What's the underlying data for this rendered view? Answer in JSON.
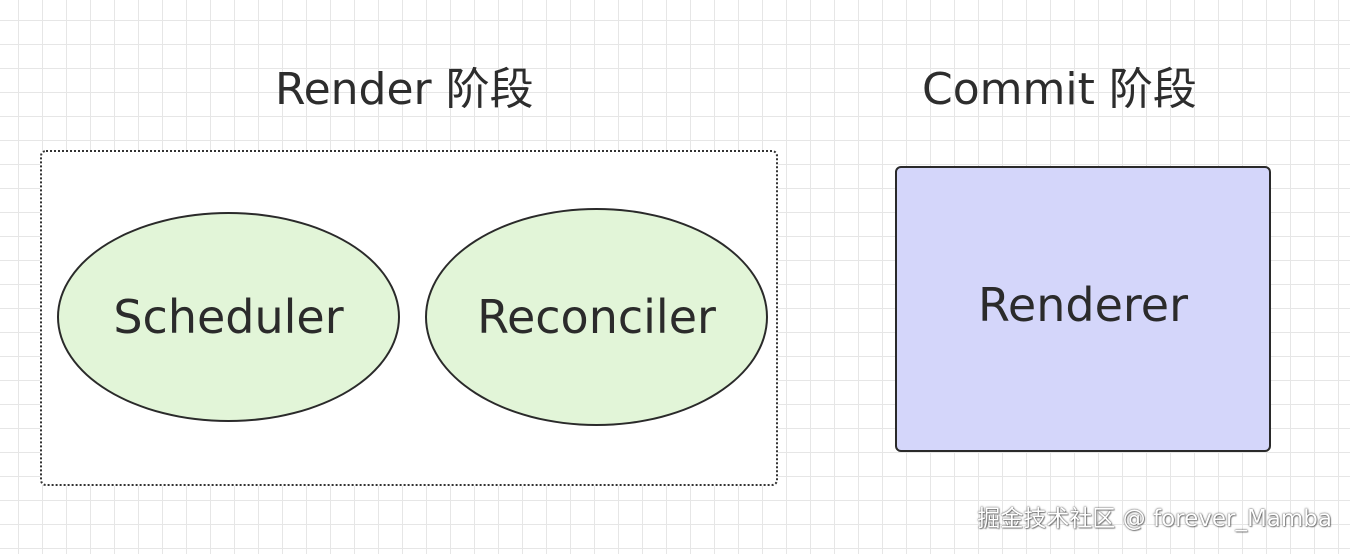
{
  "render_phase": {
    "title": "Render 阶段",
    "nodes": [
      {
        "label": "Scheduler",
        "fill": "#e2f5d8"
      },
      {
        "label": "Reconciler",
        "fill": "#e2f5d8"
      }
    ]
  },
  "commit_phase": {
    "title": "Commit 阶段",
    "node": {
      "label": "Renderer",
      "fill": "#d4d6fa"
    }
  },
  "watermark": "掘金技术社区 @ forever_Mamba",
  "colors": {
    "ellipse_fill": "#e2f5d8",
    "rect_fill": "#d4d6fa",
    "stroke": "#2a2a2a",
    "grid": "#e6e6e6"
  }
}
